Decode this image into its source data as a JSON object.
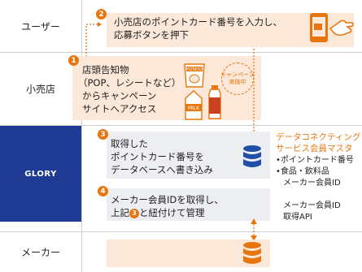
{
  "lanes": {
    "user": "ユーザー",
    "store": "小売店",
    "glory_logo": "GLORY",
    "maker": "メーカー"
  },
  "steps": {
    "step2": {
      "number": "2",
      "line1": "小売店のポイントカード番号を入力し、",
      "line2": "応募ボタンを押下"
    },
    "step1": {
      "number": "1",
      "line1": "店頭告知物",
      "line2": "（POP、レシートなど）",
      "line3": "からキャンペーン",
      "line4": "サイトへアクセス"
    },
    "step3": {
      "number": "3",
      "line1": "取得した",
      "line2": "ポイントカード番号を",
      "line3": "データベースへ書き込み"
    },
    "step4": {
      "number": "4",
      "line1": "メーカー会員IDを取得し、",
      "line2_prefix": "上記",
      "line2_ref": "3",
      "line2_suffix": "と紐付けて管理"
    }
  },
  "campaign_badge": {
    "line1": "キャンペーン",
    "line2": "実施中"
  },
  "props": {
    "potato_label": "POTATO",
    "milk_label": "MILK"
  },
  "side_panel": {
    "title_line1": "データコネクティング",
    "title_line2": "サービス会員マスタ",
    "item1": "•ポイントカード番号",
    "item2": "•食品・飲料品",
    "item2b": "メーカー会員ID",
    "api_line1": "メーカー会員ID",
    "api_line2": "取得API"
  },
  "colors": {
    "accent": "#e8760f",
    "light_orange": "#fbe8d8",
    "light_gray": "#eceef1",
    "db_blue": "#1f4fa8",
    "glory_blue": "#1f3a93"
  },
  "icons": [
    "smartphone-icon",
    "hand-pointer-icon",
    "potato-chips-icon",
    "milk-carton-icon",
    "bottle-icon",
    "database-icon",
    "campaign-badge-icon"
  ]
}
